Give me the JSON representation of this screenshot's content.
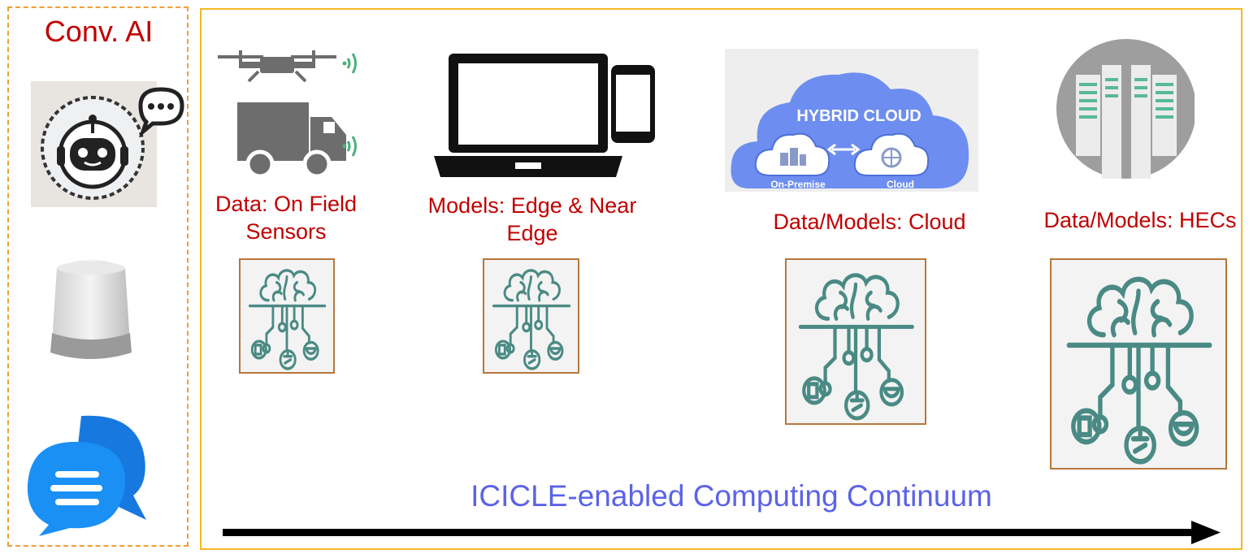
{
  "left_panel": {
    "title": "Conv. AI",
    "icons": [
      "chatbot-icon",
      "smart-speaker-icon",
      "chat-bubbles-icon"
    ]
  },
  "stages": [
    {
      "label_line1": "Data: On Field",
      "label_line2": "Sensors",
      "icon": "drone-truck-sensors-icon"
    },
    {
      "label_line1": "Models: Edge & Near",
      "label_line2": "Edge",
      "icon": "laptop-phone-icon"
    },
    {
      "label_line1": "Data/Models: Cloud",
      "label_line2": "",
      "icon": "hybrid-cloud-icon"
    },
    {
      "label_line1": "Data/Models: HECs",
      "label_line2": "",
      "icon": "datacenter-icon"
    }
  ],
  "hybrid_cloud": {
    "title": "HYBRID CLOUD",
    "left": "On-Premise",
    "right": "Cloud"
  },
  "continuum_label": "ICICLE-enabled Computing Continuum",
  "colors": {
    "label": "#c00000",
    "continuum": "#5b63e8",
    "brain": "#4a8a84",
    "frame": "#f5b823"
  }
}
